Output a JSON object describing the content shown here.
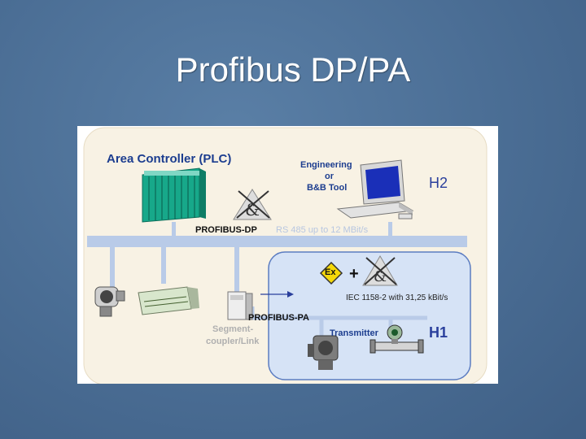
{
  "slide": {
    "title": "Profibus DP/PA"
  },
  "diagram": {
    "area_controller": "Area Controller (PLC)",
    "engineering_line1": "Engineering",
    "engineering_line2": "or",
    "engineering_line3": "B&B Tool",
    "h2": "H2",
    "profibus_dp": "PROFIBUS-DP",
    "rs485": "RS 485 up to 12 MBit/s",
    "iec": "IEC 1158-2 with 31,25 kBit/s",
    "profibus_pa": "PROFIBUS-PA",
    "transmitter": "Transmitter",
    "h1": "H1",
    "segment_line1": "Segment-",
    "segment_line2": "coupler/Link",
    "ex_symbol": "Ex",
    "plus": "+"
  },
  "colors": {
    "background": "#4a6d94",
    "panel": "#f8f2e4",
    "bus": "#b9cbe8",
    "pa_zone": "#d6e3f6",
    "title_text": "#1c3d8f",
    "h_label": "#2a3f9c",
    "plc": "#17a88a",
    "ex_yellow": "#f5d90a"
  }
}
